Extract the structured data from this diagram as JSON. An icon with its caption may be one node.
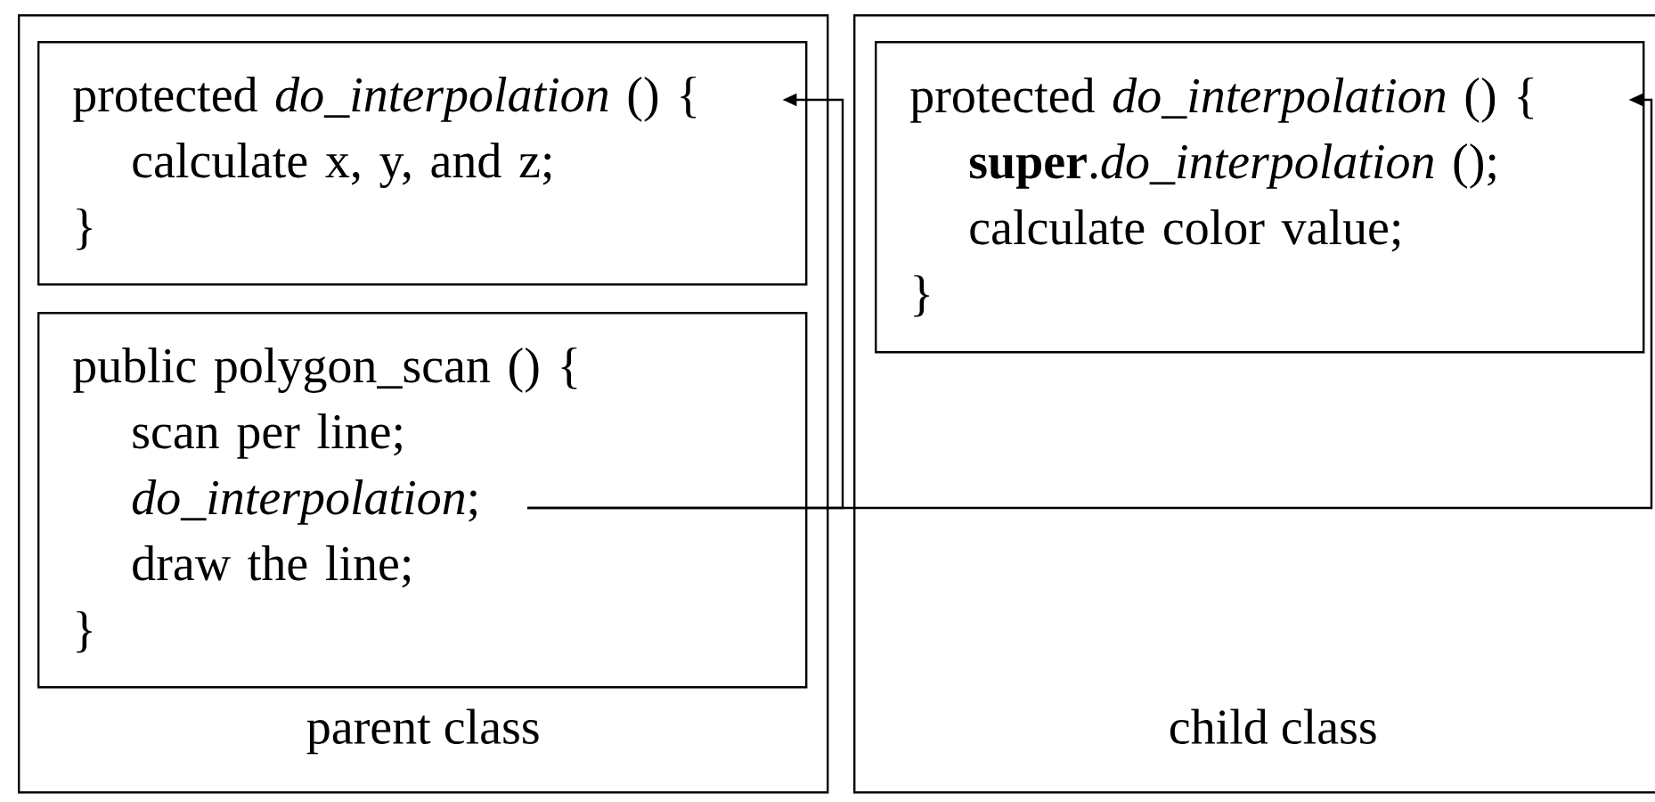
{
  "diagram": {
    "nodes": [
      {
        "text": [
          "parent class"
        ]
      },
      {
        "text": [
          "protected *do_interpolation* () {",
          "calculate x, y, and z;",
          "}"
        ],
        "in": 0
      },
      {
        "text": [
          "public polygon_scan () {",
          "scan per line;",
          "*do_interpolation*;",
          "draw the line;",
          "}"
        ],
        "in": 0
      },
      {
        "text": [
          "child class"
        ]
      },
      {
        "text": [
          "protected *do_interpolation* () {",
          "**super**.*do_interpolation* ();",
          "calculate color value;",
          "}"
        ],
        "in": 3
      }
    ],
    "edges": [
      {
        "from": 2,
        "to": 1,
        "arrow": "to"
      },
      {
        "from": 2,
        "to": 4,
        "arrow": "to"
      }
    ]
  }
}
